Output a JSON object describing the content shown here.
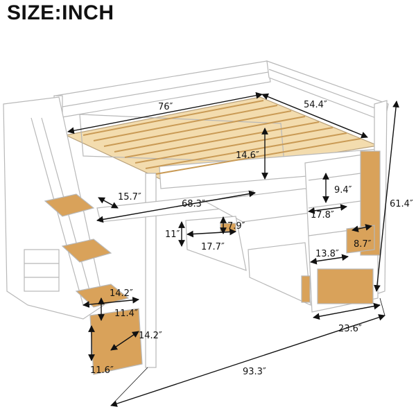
{
  "title": "SIZE:INCH",
  "dimensions": {
    "bed_length": "76″",
    "bed_width": "54.4″",
    "guardrail_height": "14.6″",
    "total_height": "61.4″",
    "desk_length": "68.3″",
    "desk_depth": "15.7″",
    "shelf_height": "9.4″",
    "shelf_width": "17.8″",
    "drawer_height": "11″",
    "drawer_depth_small": "7.9″",
    "drawer_width": "17.7″",
    "cabinet_width": "13.8″",
    "cabinet_depth": "8.7″",
    "step_width": "14.2″",
    "step_height": "11.4″",
    "stair_box_width": "14.2″",
    "stair_box_depth": "11.6″",
    "side_depth": "23.6″",
    "total_length": "93.3″"
  },
  "colors": {
    "frame": "#ffffff",
    "outline": "#b8b8b8",
    "wood": "#d9a25a",
    "wood_dark": "#b97f35",
    "slat": "#f0d2a0",
    "arrow": "#111111"
  }
}
